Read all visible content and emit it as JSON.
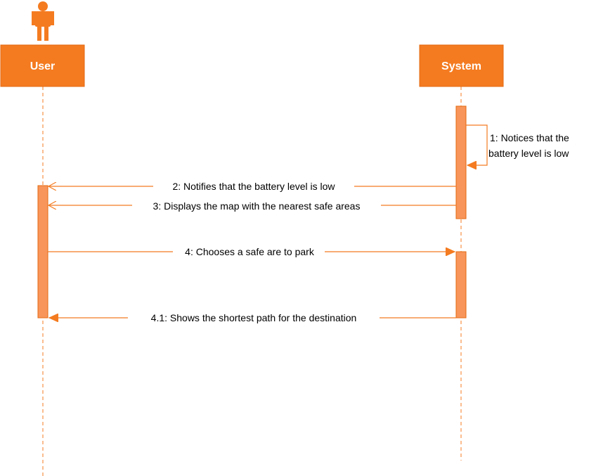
{
  "colors": {
    "accent": "#F47B20",
    "activation": "#F8955A",
    "text": "#000000",
    "actor_text": "#FFFFFF"
  },
  "actors": {
    "user": {
      "label": "User",
      "icon": "person-icon"
    },
    "system": {
      "label": "System"
    }
  },
  "messages": {
    "m1_line1": "1: Notices that the",
    "m1_line2": "battery level is low",
    "m2": "2: Notifies that the battery level is low",
    "m3": "3: Displays the map with the nearest safe areas",
    "m4": "4: Chooses a safe are to park",
    "m41": "4.1: Shows the shortest path for the destination"
  }
}
